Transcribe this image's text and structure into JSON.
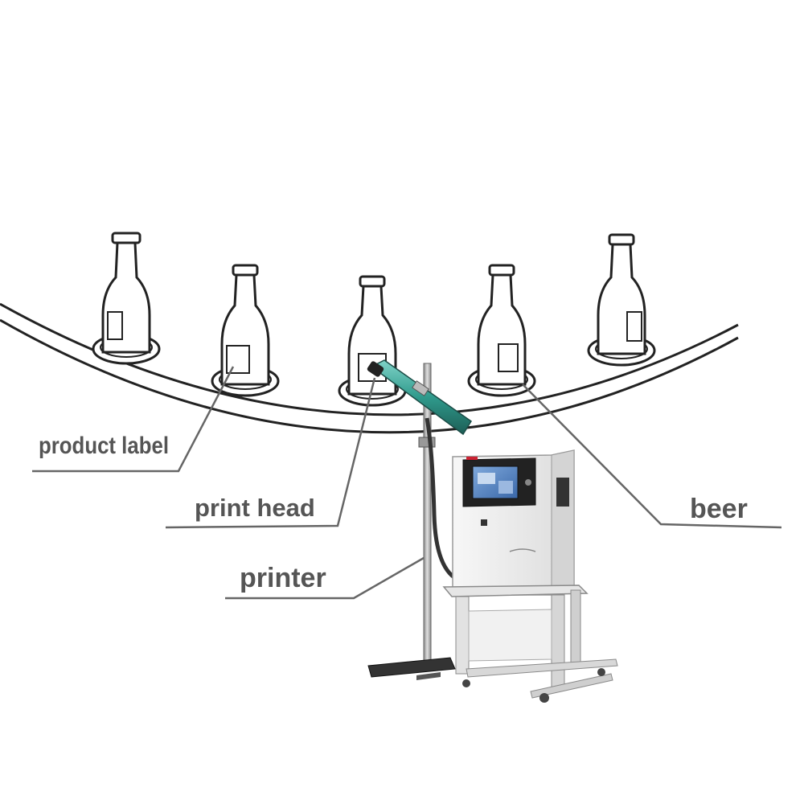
{
  "labels": {
    "product_label": "product label",
    "print_head": "print head",
    "printer": "printer",
    "beer": "beer"
  },
  "colors": {
    "line": "#222222",
    "label_text": "#555555",
    "leader": "#666666",
    "machine_body": "#eeeeee",
    "screen_blue": "#4a7fc0",
    "print_head_teal": "#2f9a8c"
  },
  "bottles": [
    {
      "id": "bottle-1",
      "has_label": true
    },
    {
      "id": "bottle-2",
      "has_label": true
    },
    {
      "id": "bottle-3",
      "has_label": true
    },
    {
      "id": "bottle-4",
      "has_label": true
    },
    {
      "id": "bottle-5",
      "has_label": true
    }
  ]
}
